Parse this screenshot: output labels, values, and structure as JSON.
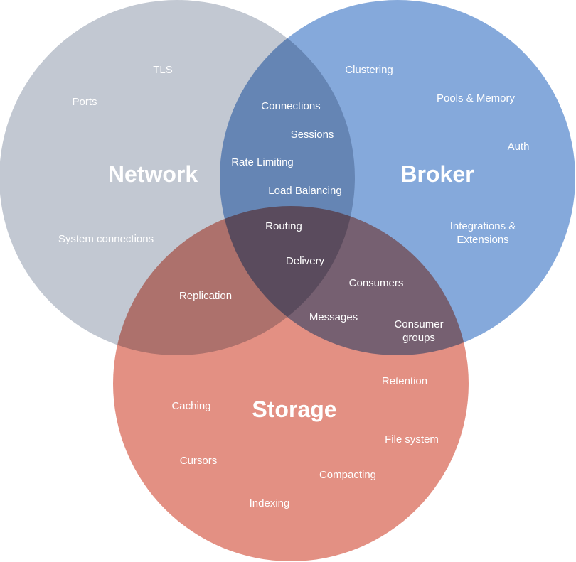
{
  "colors": {
    "network": "#c2c8d2",
    "broker": "#85a9db",
    "storage": "#e39083",
    "text": "#ffffff"
  },
  "sets": {
    "network": "Network",
    "broker": "Broker",
    "storage": "Storage"
  },
  "items": {
    "tls": "TLS",
    "ports": "Ports",
    "system_connections": "System connections",
    "clustering": "Clustering",
    "pools_memory": "Pools & Memory",
    "auth": "Auth",
    "integrations_1": "Integrations &",
    "integrations_2": "Extensions",
    "connections": "Connections",
    "sessions": "Sessions",
    "rate_limiting": "Rate Limiting",
    "load_balancing": "Load Balancing",
    "routing": "Routing",
    "delivery": "Delivery",
    "replication": "Replication",
    "consumers": "Consumers",
    "messages": "Messages",
    "consumer_groups_1": "Consumer",
    "consumer_groups_2": "groups",
    "retention": "Retention",
    "caching": "Caching",
    "file_system": "File system",
    "cursors": "Cursors",
    "compacting": "Compacting",
    "indexing": "Indexing"
  }
}
